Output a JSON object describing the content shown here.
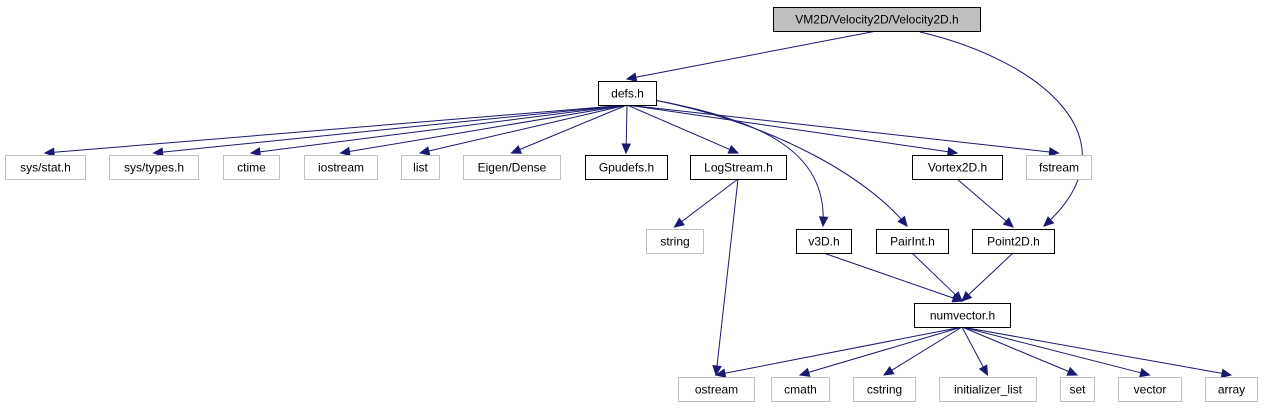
{
  "nodes": [
    {
      "id": "velocity2d",
      "label": "VM2D/Velocity2D/Velocity2D.h",
      "style": "root"
    },
    {
      "id": "defs",
      "label": "defs.h",
      "style": "documented"
    },
    {
      "id": "sysstat",
      "label": "sys/stat.h",
      "style": "external"
    },
    {
      "id": "systypes",
      "label": "sys/types.h",
      "style": "external"
    },
    {
      "id": "ctime",
      "label": "ctime",
      "style": "external"
    },
    {
      "id": "iostream",
      "label": "iostream",
      "style": "external"
    },
    {
      "id": "list",
      "label": "list",
      "style": "external"
    },
    {
      "id": "eigendense",
      "label": "Eigen/Dense",
      "style": "external"
    },
    {
      "id": "gpudefs",
      "label": "Gpudefs.h",
      "style": "documented"
    },
    {
      "id": "logstream",
      "label": "LogStream.h",
      "style": "documented"
    },
    {
      "id": "vortex2d",
      "label": "Vortex2D.h",
      "style": "documented"
    },
    {
      "id": "fstream",
      "label": "fstream",
      "style": "external"
    },
    {
      "id": "string",
      "label": "string",
      "style": "external"
    },
    {
      "id": "v3d",
      "label": "v3D.h",
      "style": "documented"
    },
    {
      "id": "pairint",
      "label": "PairInt.h",
      "style": "documented"
    },
    {
      "id": "point2d",
      "label": "Point2D.h",
      "style": "documented"
    },
    {
      "id": "numvector",
      "label": "numvector.h",
      "style": "documented"
    },
    {
      "id": "ostream",
      "label": "ostream",
      "style": "external"
    },
    {
      "id": "cmath",
      "label": "cmath",
      "style": "external"
    },
    {
      "id": "cstring",
      "label": "cstring",
      "style": "external"
    },
    {
      "id": "initializer_list",
      "label": "initializer_list",
      "style": "external"
    },
    {
      "id": "set",
      "label": "set",
      "style": "external"
    },
    {
      "id": "vector",
      "label": "vector",
      "style": "external"
    },
    {
      "id": "array",
      "label": "array",
      "style": "external"
    }
  ],
  "edges": [
    {
      "from": "velocity2d",
      "to": "defs"
    },
    {
      "from": "velocity2d",
      "to": "point2d"
    },
    {
      "from": "defs",
      "to": "sysstat"
    },
    {
      "from": "defs",
      "to": "systypes"
    },
    {
      "from": "defs",
      "to": "ctime"
    },
    {
      "from": "defs",
      "to": "iostream"
    },
    {
      "from": "defs",
      "to": "list"
    },
    {
      "from": "defs",
      "to": "eigendense"
    },
    {
      "from": "defs",
      "to": "gpudefs"
    },
    {
      "from": "defs",
      "to": "logstream"
    },
    {
      "from": "defs",
      "to": "v3d"
    },
    {
      "from": "defs",
      "to": "pairint"
    },
    {
      "from": "defs",
      "to": "vortex2d"
    },
    {
      "from": "defs",
      "to": "fstream"
    },
    {
      "from": "logstream",
      "to": "string"
    },
    {
      "from": "logstream",
      "to": "ostream"
    },
    {
      "from": "vortex2d",
      "to": "point2d"
    },
    {
      "from": "v3d",
      "to": "numvector"
    },
    {
      "from": "pairint",
      "to": "numvector"
    },
    {
      "from": "point2d",
      "to": "numvector"
    },
    {
      "from": "numvector",
      "to": "ostream"
    },
    {
      "from": "numvector",
      "to": "cmath"
    },
    {
      "from": "numvector",
      "to": "cstring"
    },
    {
      "from": "numvector",
      "to": "initializer_list"
    },
    {
      "from": "numvector",
      "to": "set"
    },
    {
      "from": "numvector",
      "to": "vector"
    },
    {
      "from": "numvector",
      "to": "array"
    }
  ],
  "colors": {
    "edge": "#191970",
    "root_fill": "#bfbfbf",
    "root_border": "#000000",
    "documented_fill": "#ffffff",
    "documented_border": "#000000",
    "external_fill": "#ffffff",
    "external_border": "#bfbfbf"
  }
}
